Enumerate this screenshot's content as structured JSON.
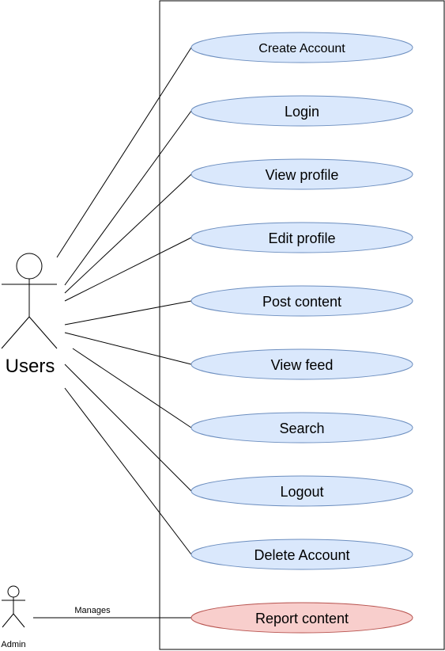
{
  "diagram": {
    "actors": {
      "users": {
        "label": "Users"
      },
      "admin": {
        "label": "Admin"
      }
    },
    "use_cases": [
      {
        "label": "Create Account"
      },
      {
        "label": "Login"
      },
      {
        "label": "View profile"
      },
      {
        "label": "Edit profile"
      },
      {
        "label": "Post content"
      },
      {
        "label": "View feed"
      },
      {
        "label": "Search"
      },
      {
        "label": "Logout"
      },
      {
        "label": "Delete Account"
      },
      {
        "label": "Report content"
      }
    ],
    "admin_association": {
      "label": "Manages"
    },
    "colors": {
      "usecase_fill": "#dae8fc",
      "usecase_stroke": "#6c8ebf",
      "report_fill": "#f8cecc",
      "report_stroke": "#b85450",
      "line": "#000000"
    }
  }
}
